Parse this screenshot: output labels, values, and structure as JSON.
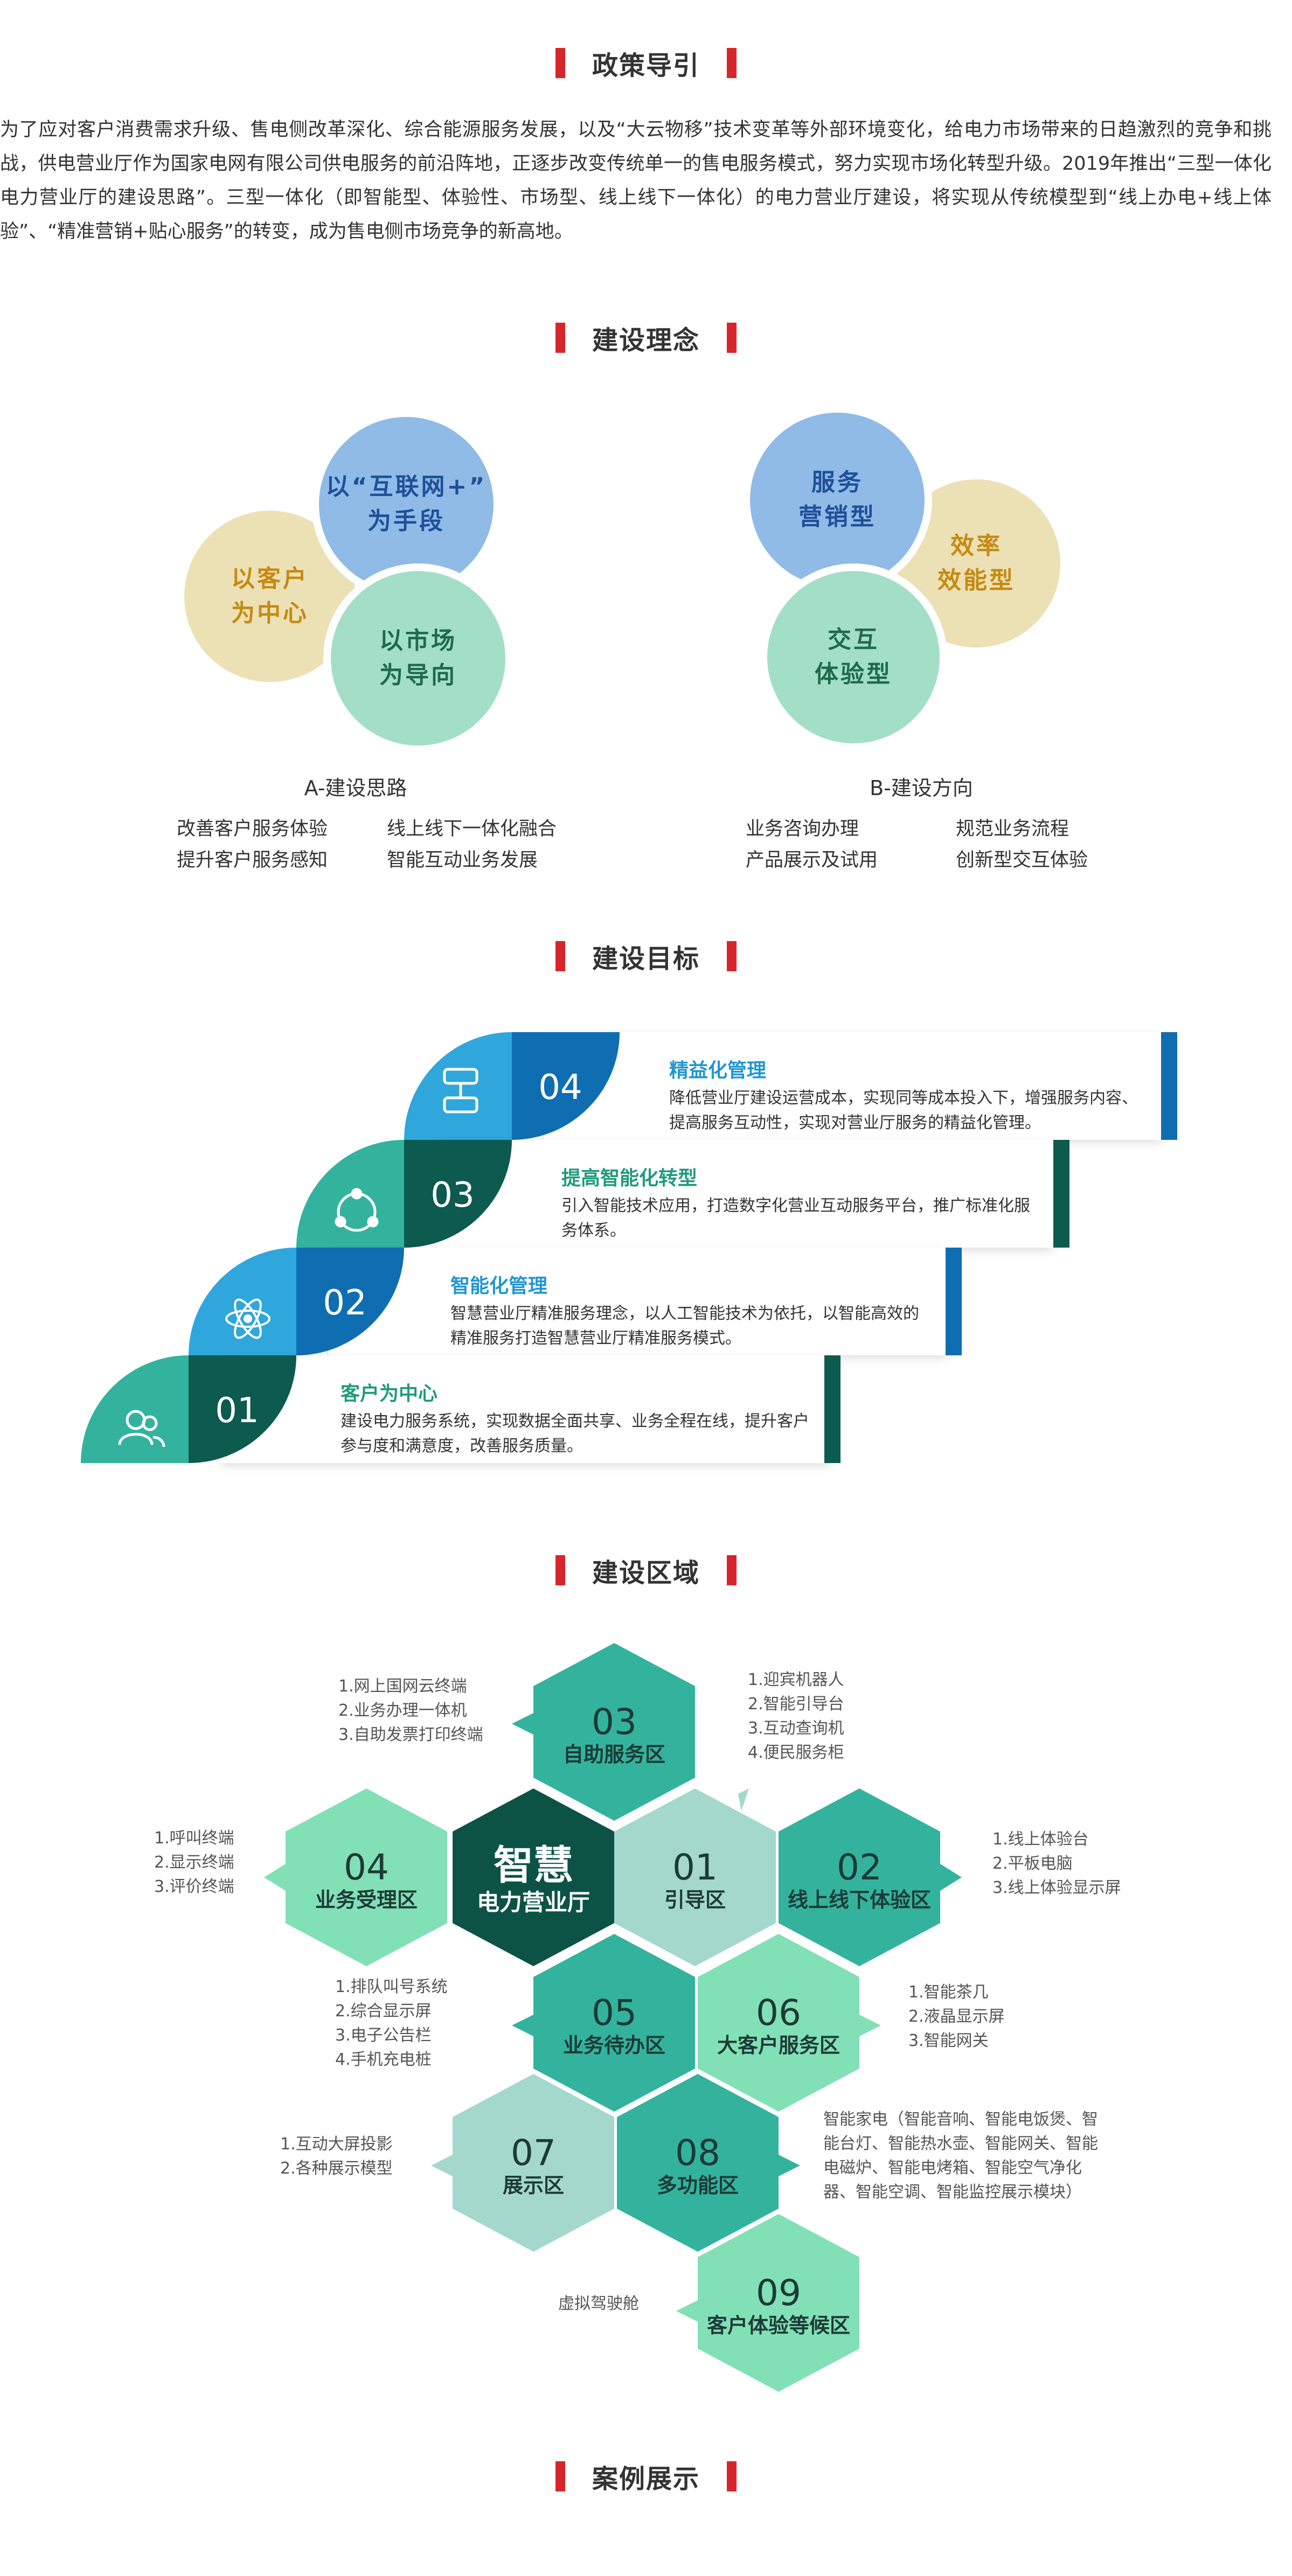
{
  "sections": {
    "policy": "政策导引",
    "concept": "建设理念",
    "goals": "建设目标",
    "areas": "建设区域",
    "cases": "案例展示"
  },
  "intro": "为了应对客户消费需求升级、售电侧改革深化、综合能源服务发展，以及“大云物移”技术变革等外部环境变化，给电力市场带来的日趋激烈的竞争和挑战，供电营业厅作为国家电网有限公司供电服务的前沿阵地，正逐步改变传统单一的售电服务模式，努力实现市场化转型升级。2019年推出“三型一体化电力营业厅的建设思路”。三型一体化（即智能型、体验性、市场型、线上线下一体化）的电力营业厅建设，将实现从传统模型到“线上办电+线上体验”、“精准营销+贴心服务”的转变，成为售电侧市场竞争的新高地。",
  "concept": {
    "a": {
      "circles": [
        "以“互联网+”\n为手段",
        "以客户\n为中心",
        "以市场\n为导向"
      ],
      "caption": "A-建设思路",
      "items": [
        "改善客户服务体验",
        "线上线下一体化融合",
        "提升客户服务感知",
        "智能互动业务发展"
      ]
    },
    "b": {
      "circles": [
        "服务\n营销型",
        "效率\n效能型",
        "交互\n体验型"
      ],
      "caption": "B-建设方向",
      "items": [
        "业务咨询办理",
        "规范业务流程",
        "产品展示及试用",
        "创新型交互体验"
      ]
    }
  },
  "goals": [
    {
      "num": "04",
      "icon": "flow-icon",
      "title": "精益化管理",
      "desc": "降低营业厅建设运营成本，实现同等成本投入下，增强服务内容、提高服务互动性，实现对营业厅服务的精益化管理。"
    },
    {
      "num": "03",
      "icon": "cycle-icon",
      "title": "提高智能化转型",
      "desc": "引入智能技术应用，打造数字化营业互动服务平台，推广标准化服务体系。"
    },
    {
      "num": "02",
      "icon": "atom-icon",
      "title": "智能化管理",
      "desc": "智慧营业厅精准服务理念，以人工智能技术为依托，以智能高效的精准服务打造智慧营业厅精准服务模式。"
    },
    {
      "num": "01",
      "icon": "users-icon",
      "title": "客户为中心",
      "desc": "建设电力服务系统，实现数据全面共享、业务全程在线，提升客户参与度和满意度，改善服务质量。"
    }
  ],
  "hex": {
    "center": {
      "title": "智慧",
      "sub": "电力营业厅"
    },
    "cells": [
      {
        "num": "03",
        "name": "自助服务区"
      },
      {
        "num": "04",
        "name": "业务受理区"
      },
      {
        "num": "01",
        "name": "引导区"
      },
      {
        "num": "02",
        "name": "线上线下体验区"
      },
      {
        "num": "05",
        "name": "业务待办区"
      },
      {
        "num": "06",
        "name": "大客户服务区"
      },
      {
        "num": "07",
        "name": "展示区"
      },
      {
        "num": "08",
        "name": "多功能区"
      },
      {
        "num": "09",
        "name": "客户体验等候区"
      }
    ],
    "lists": {
      "l03": [
        "1.网上国网云终端",
        "2.业务办理一体机",
        "3.自助发票打印终端"
      ],
      "l01": [
        "1.迎宾机器人",
        "2.智能引导台",
        "3.互动查询机",
        "4.便民服务柜"
      ],
      "l04": [
        "1.呼叫终端",
        "2.显示终端",
        "3.评价终端"
      ],
      "l02": [
        "1.线上体验台",
        "2.平板电脑",
        "3.线上体验显示屏"
      ],
      "l05": [
        "1.排队叫号系统",
        "2.综合显示屏",
        "3.电子公告栏",
        "4.手机充电桩"
      ],
      "l06": [
        "1.智能茶几",
        "2.液晶显示屏",
        "3.智能网关"
      ],
      "l07": [
        "1.互动大屏投影",
        "2.各种展示模型"
      ],
      "l08": [
        "智能家电（智能音响、智能电饭煲、智",
        "能台灯、智能热水壶、智能网关、智能",
        "电磁炉、智能电烤箱、智能空气净化",
        "器、智能空调、智能监控展示模块）"
      ],
      "l09": [
        "虚拟驾驶舱"
      ]
    }
  }
}
